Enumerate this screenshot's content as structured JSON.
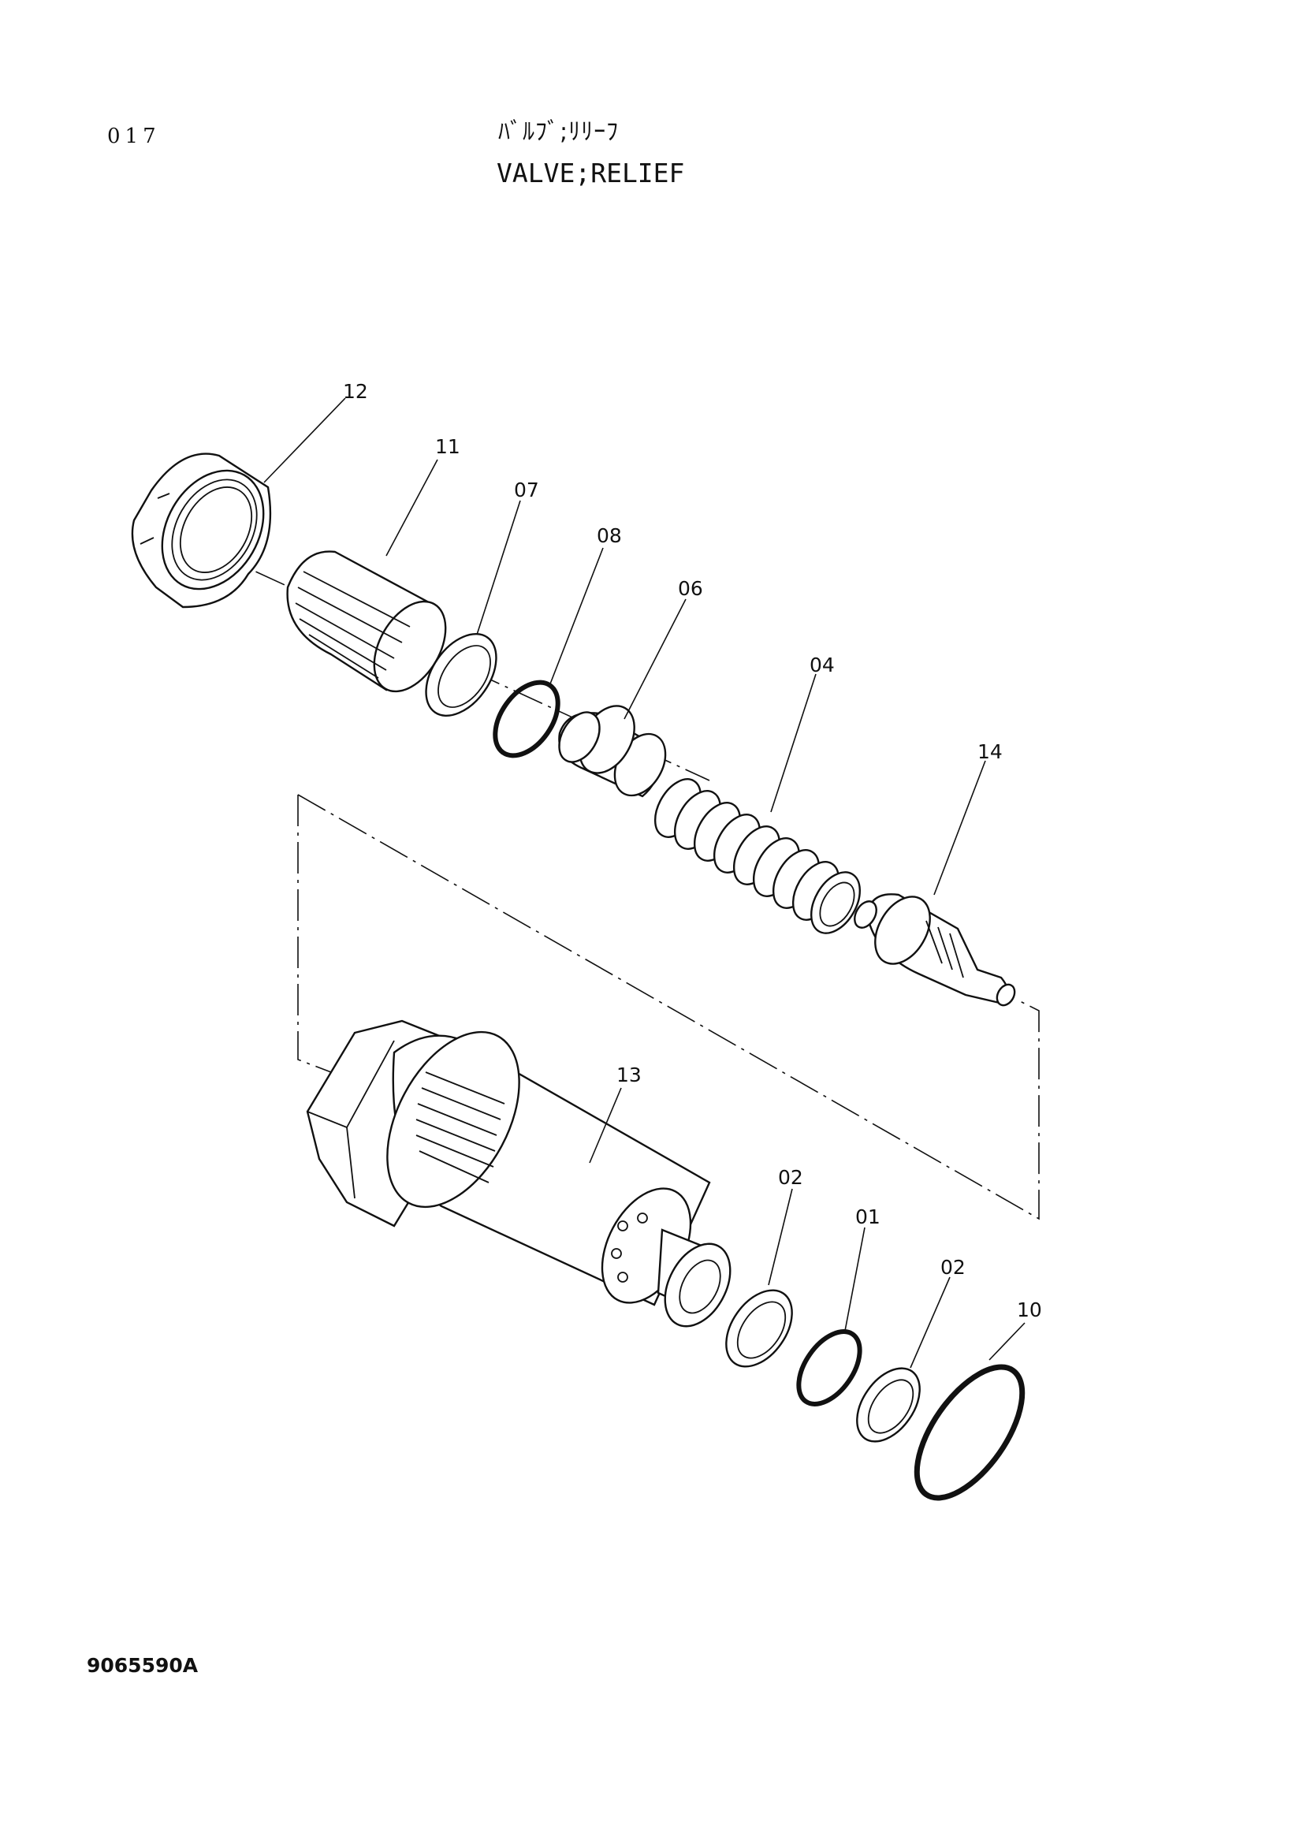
{
  "header": {
    "page_number": "017",
    "title_jp": "ﾊﾞﾙﾌﾞ;ﾘﾘｰﾌ",
    "title_en": "VALVE;RELIEF"
  },
  "footer": {
    "drawing_code": "9065590A"
  },
  "callouts": {
    "c12": "12",
    "c11": "11",
    "c07": "07",
    "c08": "08",
    "c06": "06",
    "c04": "04",
    "c14": "14",
    "c13": "13",
    "c02a": "02",
    "c01": "01",
    "c02b": "02",
    "c10": "10"
  }
}
